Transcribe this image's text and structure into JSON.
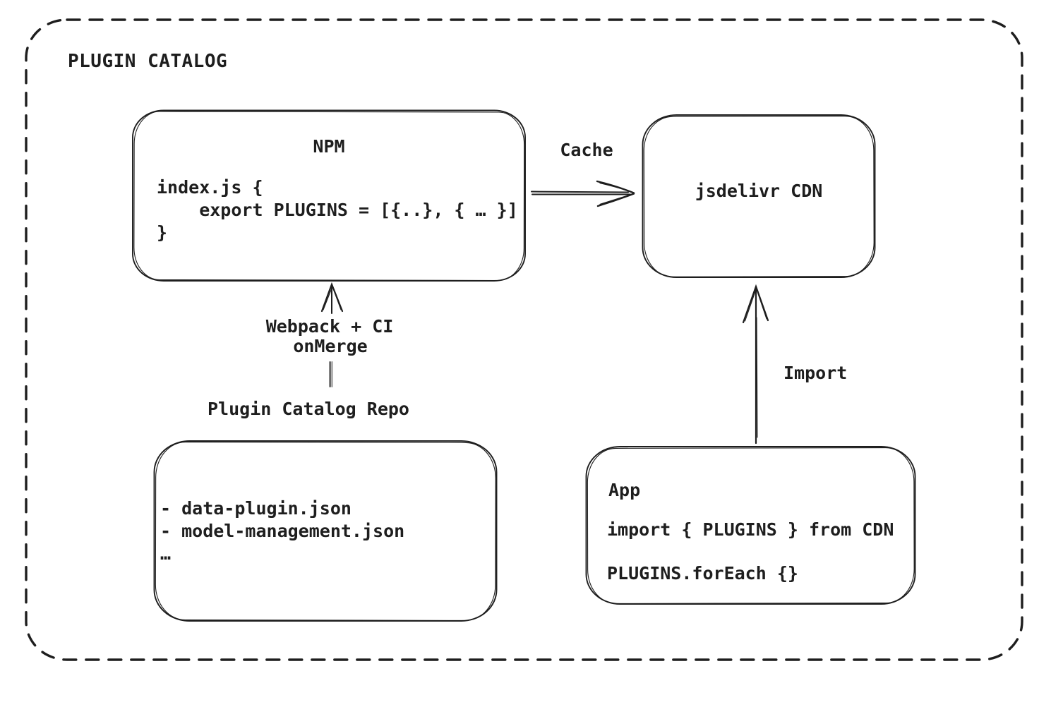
{
  "diagram": {
    "title": "PLUGIN CATALOG",
    "nodes": {
      "npm": {
        "title": "NPM",
        "code": [
          "index.js {",
          "    export PLUGINS = [{..}, { … }]",
          "}"
        ]
      },
      "cdn": {
        "label": "jsdelivr CDN"
      },
      "repo": {
        "label": "Plugin Catalog Repo",
        "files": [
          "- data-plugin.json",
          "- model-management.json",
          "…"
        ]
      },
      "app": {
        "title": "App",
        "code": [
          "import { PLUGINS } from CDN",
          "PLUGINS.forEach {}"
        ]
      }
    },
    "edges": {
      "cache": {
        "label": "Cache",
        "from": "npm",
        "to": "cdn"
      },
      "build": {
        "label": [
          "Webpack + CI",
          "onMerge"
        ],
        "from": "repo",
        "to": "npm"
      },
      "import": {
        "label": "Import",
        "from": "app",
        "to": "cdn"
      }
    },
    "colors": {
      "stroke": "#1e1e1e",
      "text": "#1e1e1e",
      "background": "#ffffff",
      "muted_stroke": "#8a8a8a"
    }
  }
}
